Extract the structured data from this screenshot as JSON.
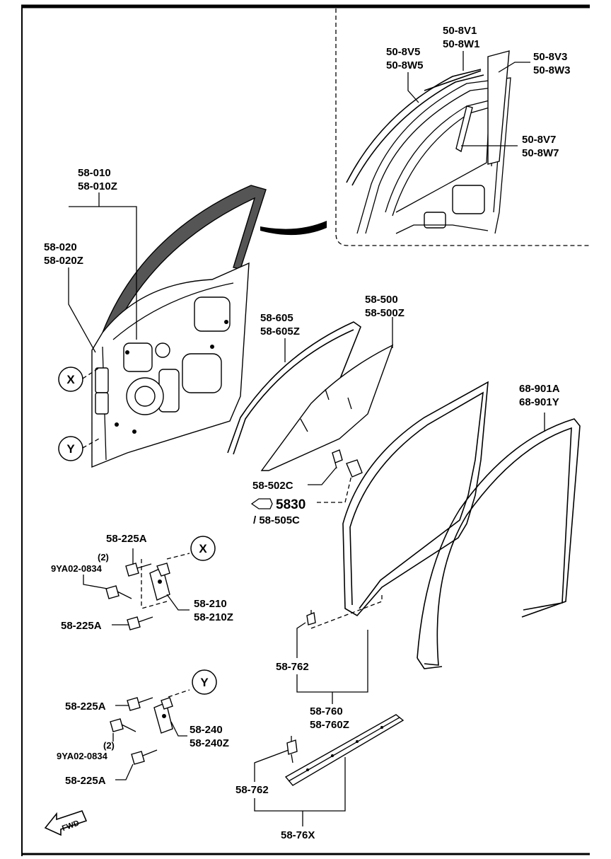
{
  "labels": {
    "p58_010": "58-010",
    "p58_010z": "58-010Z",
    "p58_020": "58-020",
    "p58_020z": "58-020Z",
    "p50_8v1": "50-8V1",
    "p50_8w1": "50-8W1",
    "p50_8v5": "50-8V5",
    "p50_8w5": "50-8W5",
    "p50_8v3": "50-8V3",
    "p50_8w3": "50-8W3",
    "p50_8v7": "50-8V7",
    "p50_8w7": "50-8W7",
    "p58_605": "58-605",
    "p58_605z": "58-605Z",
    "p58_500": "58-500",
    "p58_500z": "58-500Z",
    "p68_901a": "68-901A",
    "p68_901y": "68-901Y",
    "p58_502c": "58-502C",
    "p5830": "5830",
    "p58_505c": "/ 58-505C",
    "p58_225a_1": "58-225A",
    "qty_2_1": "(2)",
    "p9ya02_1": "9YA02-0834",
    "p58_210": "58-210",
    "p58_210z": "58-210Z",
    "p58_225a_2": "58-225A",
    "p58_762_1": "58-762",
    "p58_760": "58-760",
    "p58_760z": "58-760Z",
    "p58_225a_3": "58-225A",
    "p58_240": "58-240",
    "p58_240z": "58-240Z",
    "p9ya02_2": "9YA02-0834",
    "qty_2_2": "(2)",
    "p58_225a_4": "58-225A",
    "p58_762_2": "58-762",
    "p58_76x": "58-76X",
    "marker_x": "X",
    "marker_y": "Y",
    "fwd": "FWD"
  }
}
